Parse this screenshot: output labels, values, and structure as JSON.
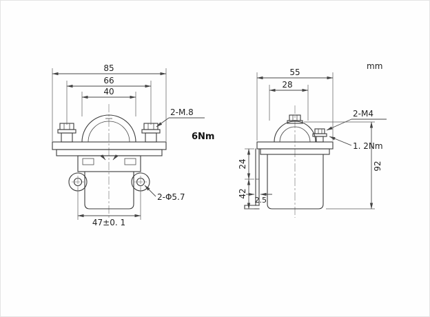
{
  "unit_label": "mm",
  "colors": {
    "line_ink": "#3a3a3a",
    "paper": "#fefefe"
  },
  "front_view": {
    "dims": {
      "overall_width": "85",
      "terminal_spacing": "66",
      "dome_width": "40",
      "mount_hole_spacing": "47±0. 1"
    },
    "labels": {
      "terminal_thread": "2-M.8",
      "terminal_torque": "6Nm",
      "mount_holes": "2-Φ5.7"
    }
  },
  "side_view": {
    "dims": {
      "overall_width": "55",
      "upper_width": "28",
      "upper_height": "24",
      "lower_height": "42",
      "bracket_thickness": "2.5",
      "overall_height": "92"
    },
    "labels": {
      "terminal_thread": "2-M4",
      "terminal_torque": "1. 2Nm"
    }
  }
}
